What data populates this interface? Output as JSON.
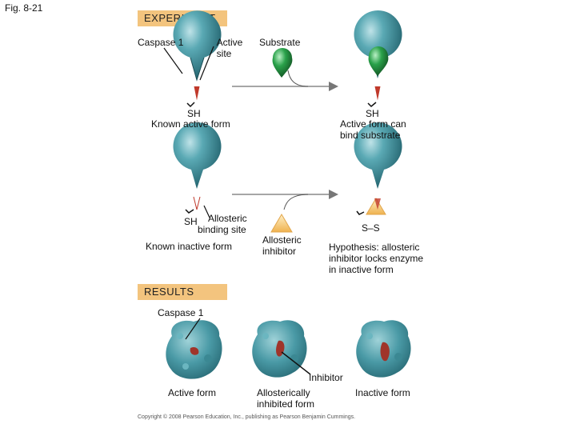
{
  "figure_label": "Fig. 8-21",
  "experiment": {
    "banner": "EXPERIMENT",
    "labels": {
      "caspase": "Caspase 1",
      "active_site_1": "Active",
      "active_site_2": "site",
      "substrate": "Substrate",
      "sh_top_left": "SH",
      "known_active": "Known active form",
      "sh_top_right": "SH",
      "active_can_1": "Active form can",
      "active_can_2": "bind substrate",
      "sh_bottom_left": "SH",
      "allosteric_site_1": "Allosteric",
      "allosteric_site_2": "binding site",
      "allosteric_inhib_1": "Allosteric",
      "allosteric_inhib_2": "inhibitor",
      "known_inactive": "Known inactive form",
      "ss": "S–S",
      "hypothesis_1": "Hypothesis: allosteric",
      "hypothesis_2": "inhibitor locks enzyme",
      "hypothesis_3": "in inactive form"
    }
  },
  "results": {
    "banner": "RESULTS",
    "caspase": "Caspase 1",
    "inhibitor": "Inhibitor",
    "active_form": "Active form",
    "allosterically_1": "Allosterically",
    "allosterically_2": "inhibited form",
    "inactive_form": "Inactive form"
  },
  "copyright": "Copyright © 2008 Pearson Education, Inc., publishing as Pearson Benjamin Cummings.",
  "colors": {
    "banner": "#f3c47e",
    "enzyme": "#4a9aa6",
    "substrate": "#2aa14a",
    "inhibitor": "#f5c879",
    "active_site": "#c0392b"
  }
}
